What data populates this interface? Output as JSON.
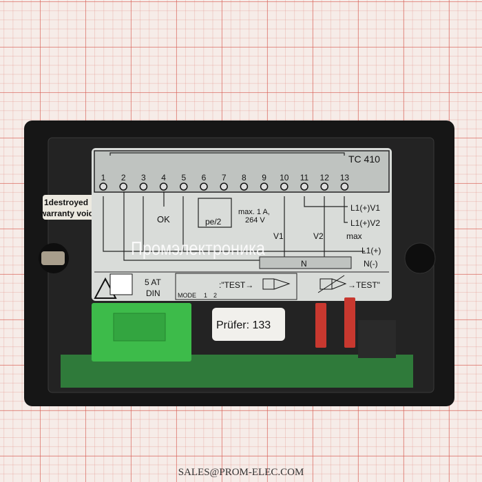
{
  "device": {
    "model": "TC 410",
    "terminals": [
      "1",
      "2",
      "3",
      "4",
      "5",
      "6",
      "7",
      "8",
      "9",
      "10",
      "11",
      "12",
      "13"
    ],
    "ok_label": "OK",
    "pressure_label": "pe/2",
    "alarm_rating_line1": "max. 1 A,",
    "alarm_rating_line2": "264 V",
    "l1_v1": "L1(+)V1",
    "l1_v2": "L1(+)V2",
    "valve1": "V1",
    "valve2": "V2",
    "thermo_max": "max",
    "l1": "L1(+)",
    "neutral_bar": "N",
    "neutral": "N(-)",
    "fuse_line1": "5 AT",
    "fuse_line2": "DIN",
    "mode_label": "MODE",
    "mode_pos1": "1",
    "mode_pos2": "2",
    "test_on": ":\"TEST→",
    "test_off": "→TEST\"",
    "colors": {
      "housing": "#161616",
      "label": "#d9dcd9",
      "band": "#bfc3c0",
      "connector": "#3dbb4a",
      "pcb": "#2f7a3a",
      "pins": "#c8382f"
    }
  },
  "warranty_sticker": {
    "line1": "1destroyed",
    "line2": "warranty void"
  },
  "inspector_label": "Prüfer: 133",
  "watermark": "Промэлектроника",
  "footer": "SALES@PROM-ELEC.COM"
}
